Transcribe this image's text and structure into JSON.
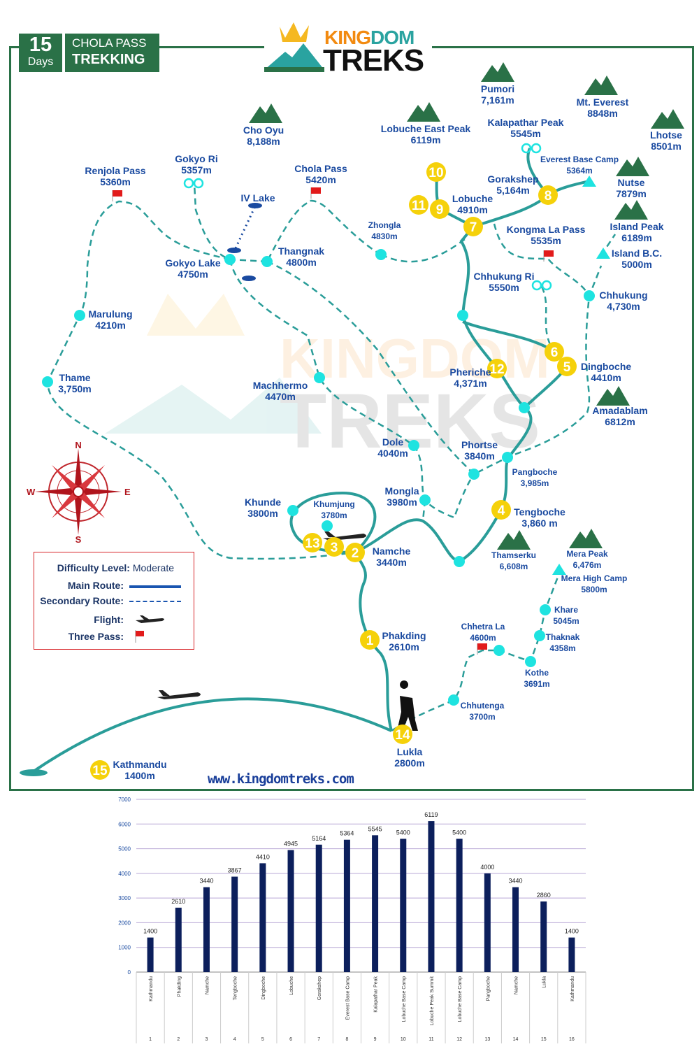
{
  "header": {
    "days_number": "15",
    "days_label": "Days",
    "title_top": "CHOLA PASS",
    "title_bottom": "TREKKING",
    "logo_word1": "KING",
    "logo_word2": "DOM",
    "logo_word3": "TREKS"
  },
  "colors": {
    "frame": "#2a7147",
    "route": "#2a9d99",
    "stop": "#1ee3e0",
    "day_marker": "#f5d10a",
    "label": "#1a4aa0",
    "bar": "#0c1f5c",
    "pass_flag": "#e21b1b"
  },
  "places": [
    {
      "name": "Pumori",
      "elev": "7,161m"
    },
    {
      "name": "Mt. Everest",
      "elev": "8848m"
    },
    {
      "name": "Lhotse",
      "elev": "8501m"
    },
    {
      "name": "Cho Oyu",
      "elev": "8,188m"
    },
    {
      "name": "Lobuche East Peak",
      "elev": "6119m"
    },
    {
      "name": "Kalapathar Peak",
      "elev": "5545m"
    },
    {
      "name": "Everest Base Camp",
      "elev": "5364m"
    },
    {
      "name": "Nutse",
      "elev": "7879m"
    },
    {
      "name": "Gorakshep",
      "elev": "5,164m"
    },
    {
      "name": "Lobuche",
      "elev": "4910m"
    },
    {
      "name": "Renjola Pass",
      "elev": "5360m"
    },
    {
      "name": "Gokyo Ri",
      "elev": "5357m"
    },
    {
      "name": "Chola Pass",
      "elev": "5420m"
    },
    {
      "name": "IV Lake",
      "elev": ""
    },
    {
      "name": "Zhongla",
      "elev": "4830m"
    },
    {
      "name": "Kongma La Pass",
      "elev": "5535m"
    },
    {
      "name": "Island Peak",
      "elev": "6189m"
    },
    {
      "name": "Island B.C.",
      "elev": "5000m"
    },
    {
      "name": "Thangnak",
      "elev": "4800m"
    },
    {
      "name": "Gokyo Lake",
      "elev": "4750m"
    },
    {
      "name": "Chhukung Ri",
      "elev": "5550m"
    },
    {
      "name": "Chhukung",
      "elev": "4,730m"
    },
    {
      "name": "Marulung",
      "elev": "4210m"
    },
    {
      "name": "Dingboche",
      "elev": "4410m"
    },
    {
      "name": "Pheriche",
      "elev": "4,371m"
    },
    {
      "name": "Thame",
      "elev": "3,750m"
    },
    {
      "name": "Machhermo",
      "elev": "4470m"
    },
    {
      "name": "Amadablam",
      "elev": "6812m"
    },
    {
      "name": "Dole",
      "elev": "4040m"
    },
    {
      "name": "Phortse",
      "elev": "3840m"
    },
    {
      "name": "Pangboche",
      "elev": "3,985m"
    },
    {
      "name": "Mongla",
      "elev": "3980m"
    },
    {
      "name": "Khunde",
      "elev": "3800m"
    },
    {
      "name": "Khumjung",
      "elev": "3780m"
    },
    {
      "name": "Tengboche",
      "elev": "3,860 m"
    },
    {
      "name": "Namche",
      "elev": "3440m"
    },
    {
      "name": "Thamserku",
      "elev": "6,608m"
    },
    {
      "name": "Mera Peak",
      "elev": "6,476m"
    },
    {
      "name": "Mera High Camp",
      "elev": "5800m"
    },
    {
      "name": "Khare",
      "elev": "5045m"
    },
    {
      "name": "Phakding",
      "elev": "2610m"
    },
    {
      "name": "Chhetra La",
      "elev": "4600m"
    },
    {
      "name": "Thaknak",
      "elev": "4358m"
    },
    {
      "name": "Kothe",
      "elev": "3691m"
    },
    {
      "name": "Chhutenga",
      "elev": "3700m"
    },
    {
      "name": "Lukla",
      "elev": "2800m"
    },
    {
      "name": "Kathmandu",
      "elev": "1400m"
    }
  ],
  "day_markers": [
    "1",
    "2",
    "3",
    "4",
    "5",
    "6",
    "7",
    "8",
    "9",
    "10",
    "11",
    "12",
    "13",
    "14",
    "15"
  ],
  "compass": {
    "n": "N",
    "s": "S",
    "e": "E",
    "w": "W"
  },
  "legend": {
    "difficulty_label": "Difficulty Level:",
    "difficulty_value": "Moderate",
    "main_route": "Main Route:",
    "secondary_route": "Secondary Route:",
    "flight": "Flight:",
    "three_pass": "Three Pass:"
  },
  "watermark": {
    "line1": "KINGDOM",
    "line2": "TREKS"
  },
  "website": "www.kingdomtreks.com",
  "chart_data": {
    "type": "bar",
    "title": "",
    "xlabel": "",
    "ylabel": "",
    "ylim": [
      0,
      7000
    ],
    "yticks": [
      "0",
      "1000",
      "2000",
      "3000",
      "4000",
      "5000",
      "6000",
      "7000"
    ],
    "day_numbers": [
      "1",
      "2",
      "3",
      "4",
      "5",
      "6",
      "7",
      "8",
      "9",
      "10",
      "11",
      "12",
      "13",
      "14",
      "15",
      "16"
    ],
    "categories": [
      "Kathmandu",
      "Phakding",
      "Namche",
      "Tengboche",
      "Dingboche",
      "Lobuche",
      "Gorakshep",
      "Everest Base Camp",
      "Kalapathar Peak",
      "Lobuche Base Camp",
      "Lobuche Peak Summit",
      "Lobuche Base Camp",
      "Pangboche",
      "Namche",
      "Lukla",
      "Kathmandu"
    ],
    "values": [
      1400,
      2610,
      3440,
      3867,
      4410,
      4945,
      5164,
      5364,
      5545,
      5400,
      6119,
      5400,
      4000,
      3440,
      2860,
      1400
    ],
    "grid": true,
    "legend": "none"
  }
}
